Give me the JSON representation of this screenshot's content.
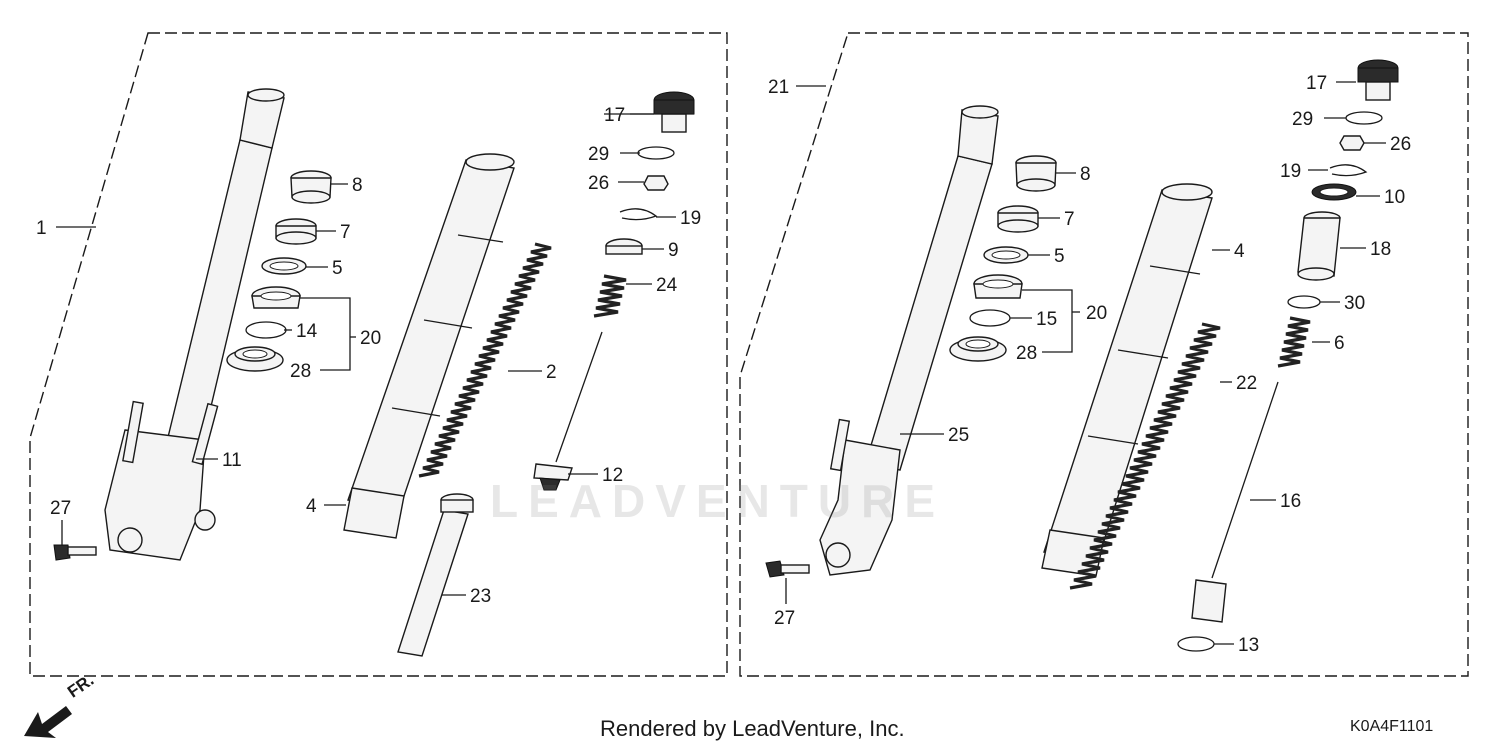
{
  "diagram": {
    "callouts": {
      "c1": "1",
      "c2": "2",
      "c4a": "4",
      "c5a": "5",
      "c7a": "7",
      "c8a": "8",
      "c9": "9",
      "c11": "11",
      "c12": "12",
      "c14": "14",
      "c17a": "17",
      "c19a": "19",
      "c20a": "20",
      "c23": "23",
      "c24": "24",
      "c26a": "26",
      "c27a": "27",
      "c28a": "28",
      "c29a": "29",
      "c21": "21",
      "c4b": "4",
      "c5b": "5",
      "c6": "6",
      "c7b": "7",
      "c8b": "8",
      "c10": "10",
      "c13": "13",
      "c15": "15",
      "c16": "16",
      "c17b": "17",
      "c18": "18",
      "c19b": "19",
      "c20b": "20",
      "c22": "22",
      "c25": "25",
      "c26b": "26",
      "c27b": "27",
      "c28b": "28",
      "c29b": "29",
      "c30": "30"
    }
  },
  "watermark": "LEADVENTURE",
  "direction_label": "FR.",
  "footer": {
    "credit": "Rendered by LeadVenture, Inc.",
    "code": "K0A4F1101"
  }
}
